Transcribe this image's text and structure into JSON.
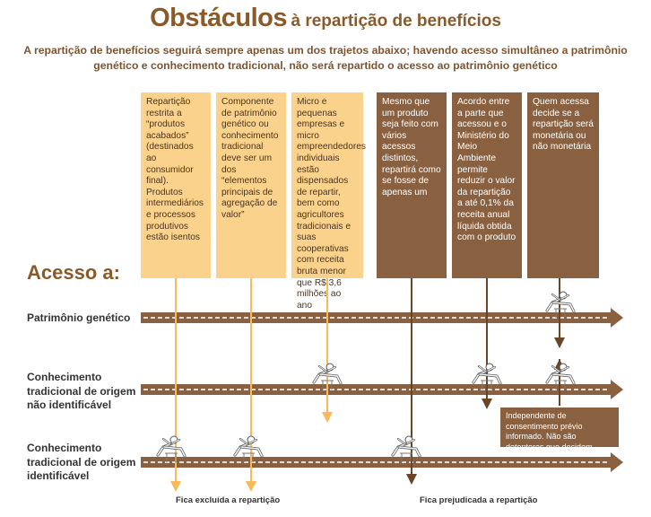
{
  "header": {
    "title": "Obstáculos",
    "title_suffix": "à repartição de benefícios",
    "subtitle": "A repartição de benefícios seguirá sempre apenas um dos trajetos abaixo; havendo acesso simultâneo a patrimônio genético e conhecimento tradicional, não será repartido o acesso ao patrimônio genético"
  },
  "boxes": [
    {
      "text": "Repartição restrita a “produtos acabados” (destinados ao consumidor final). Produtos intermediários e processos produtivos estão isentos",
      "style": "light"
    },
    {
      "text": "Componente de patrimônio genético ou conhecimento tradicional deve ser um dos “elementos principais de agregação de valor”",
      "style": "light"
    },
    {
      "text": "Micro e pequenas empresas e micro empreendedores individuais estão dispensados de repartir, bem como agricultores tradicionais e suas cooperativas com receita bruta menor que R$ 3,6 milhões ao ano",
      "style": "light"
    },
    {
      "text": "Mesmo que um produto seja feito com vários acessos distintos, repartirá como se fosse de apenas um",
      "style": "dark"
    },
    {
      "text": "Acordo entre a parte que acessou e o Ministério do Meio Ambiente permite reduzir o valor da repartição a até 0,1% da receita anual líquida obtida com o produto",
      "style": "dark"
    },
    {
      "text": "Quem acessa decide se a repartição será monetária ou não monetária",
      "style": "dark"
    }
  ],
  "access_label": "Acesso a:",
  "rows": [
    {
      "label": "Patrimônio genético"
    },
    {
      "label": "Conhecimento tradicional de origem não identificável"
    },
    {
      "label": "Conhecimento tradicional de origem identificável"
    }
  ],
  "note": "Independente de consentimento prévio informado. Não são detentores que decidem",
  "footer": {
    "excluded": "Fica excluída a repartição",
    "harmed": "Fica prejudicada a repartição"
  },
  "colors": {
    "title": "#8a5a2b",
    "light_box": "#fbd28c",
    "dark_box": "#8a6140",
    "track": "#8a6140",
    "light_arrow": "#fbb957",
    "dark_arrow": "#6a4526"
  },
  "icons": [
    "hurdle-runner-icon"
  ]
}
